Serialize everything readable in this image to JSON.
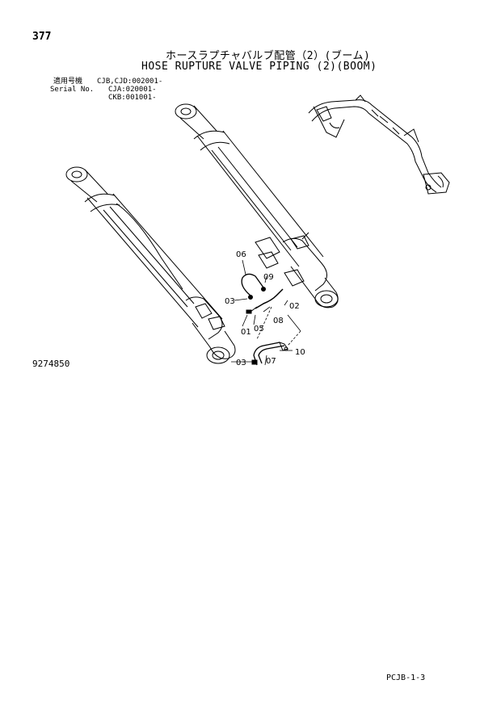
{
  "page_number": "377",
  "title_jp": "ホースラプチャバルブ配管（2）(ブーム)",
  "title_en": "HOSE RUPTURE VALVE PIPING (2)(BOOM)",
  "serial": {
    "label_jp": "適用号機",
    "label_en": "Serial No.",
    "values": [
      "CJB,CJD:002001-",
      "CJA:020001-",
      "CKB:001001-"
    ]
  },
  "figure_number": "9274850",
  "footer_code": "PCJB-1-3",
  "callouts": {
    "c06": "06",
    "c09": "09",
    "c03a": "03",
    "c02": "02",
    "c08": "08",
    "c01": "01",
    "c05": "05",
    "c10": "10",
    "c03b": "03",
    "c07": "07"
  }
}
